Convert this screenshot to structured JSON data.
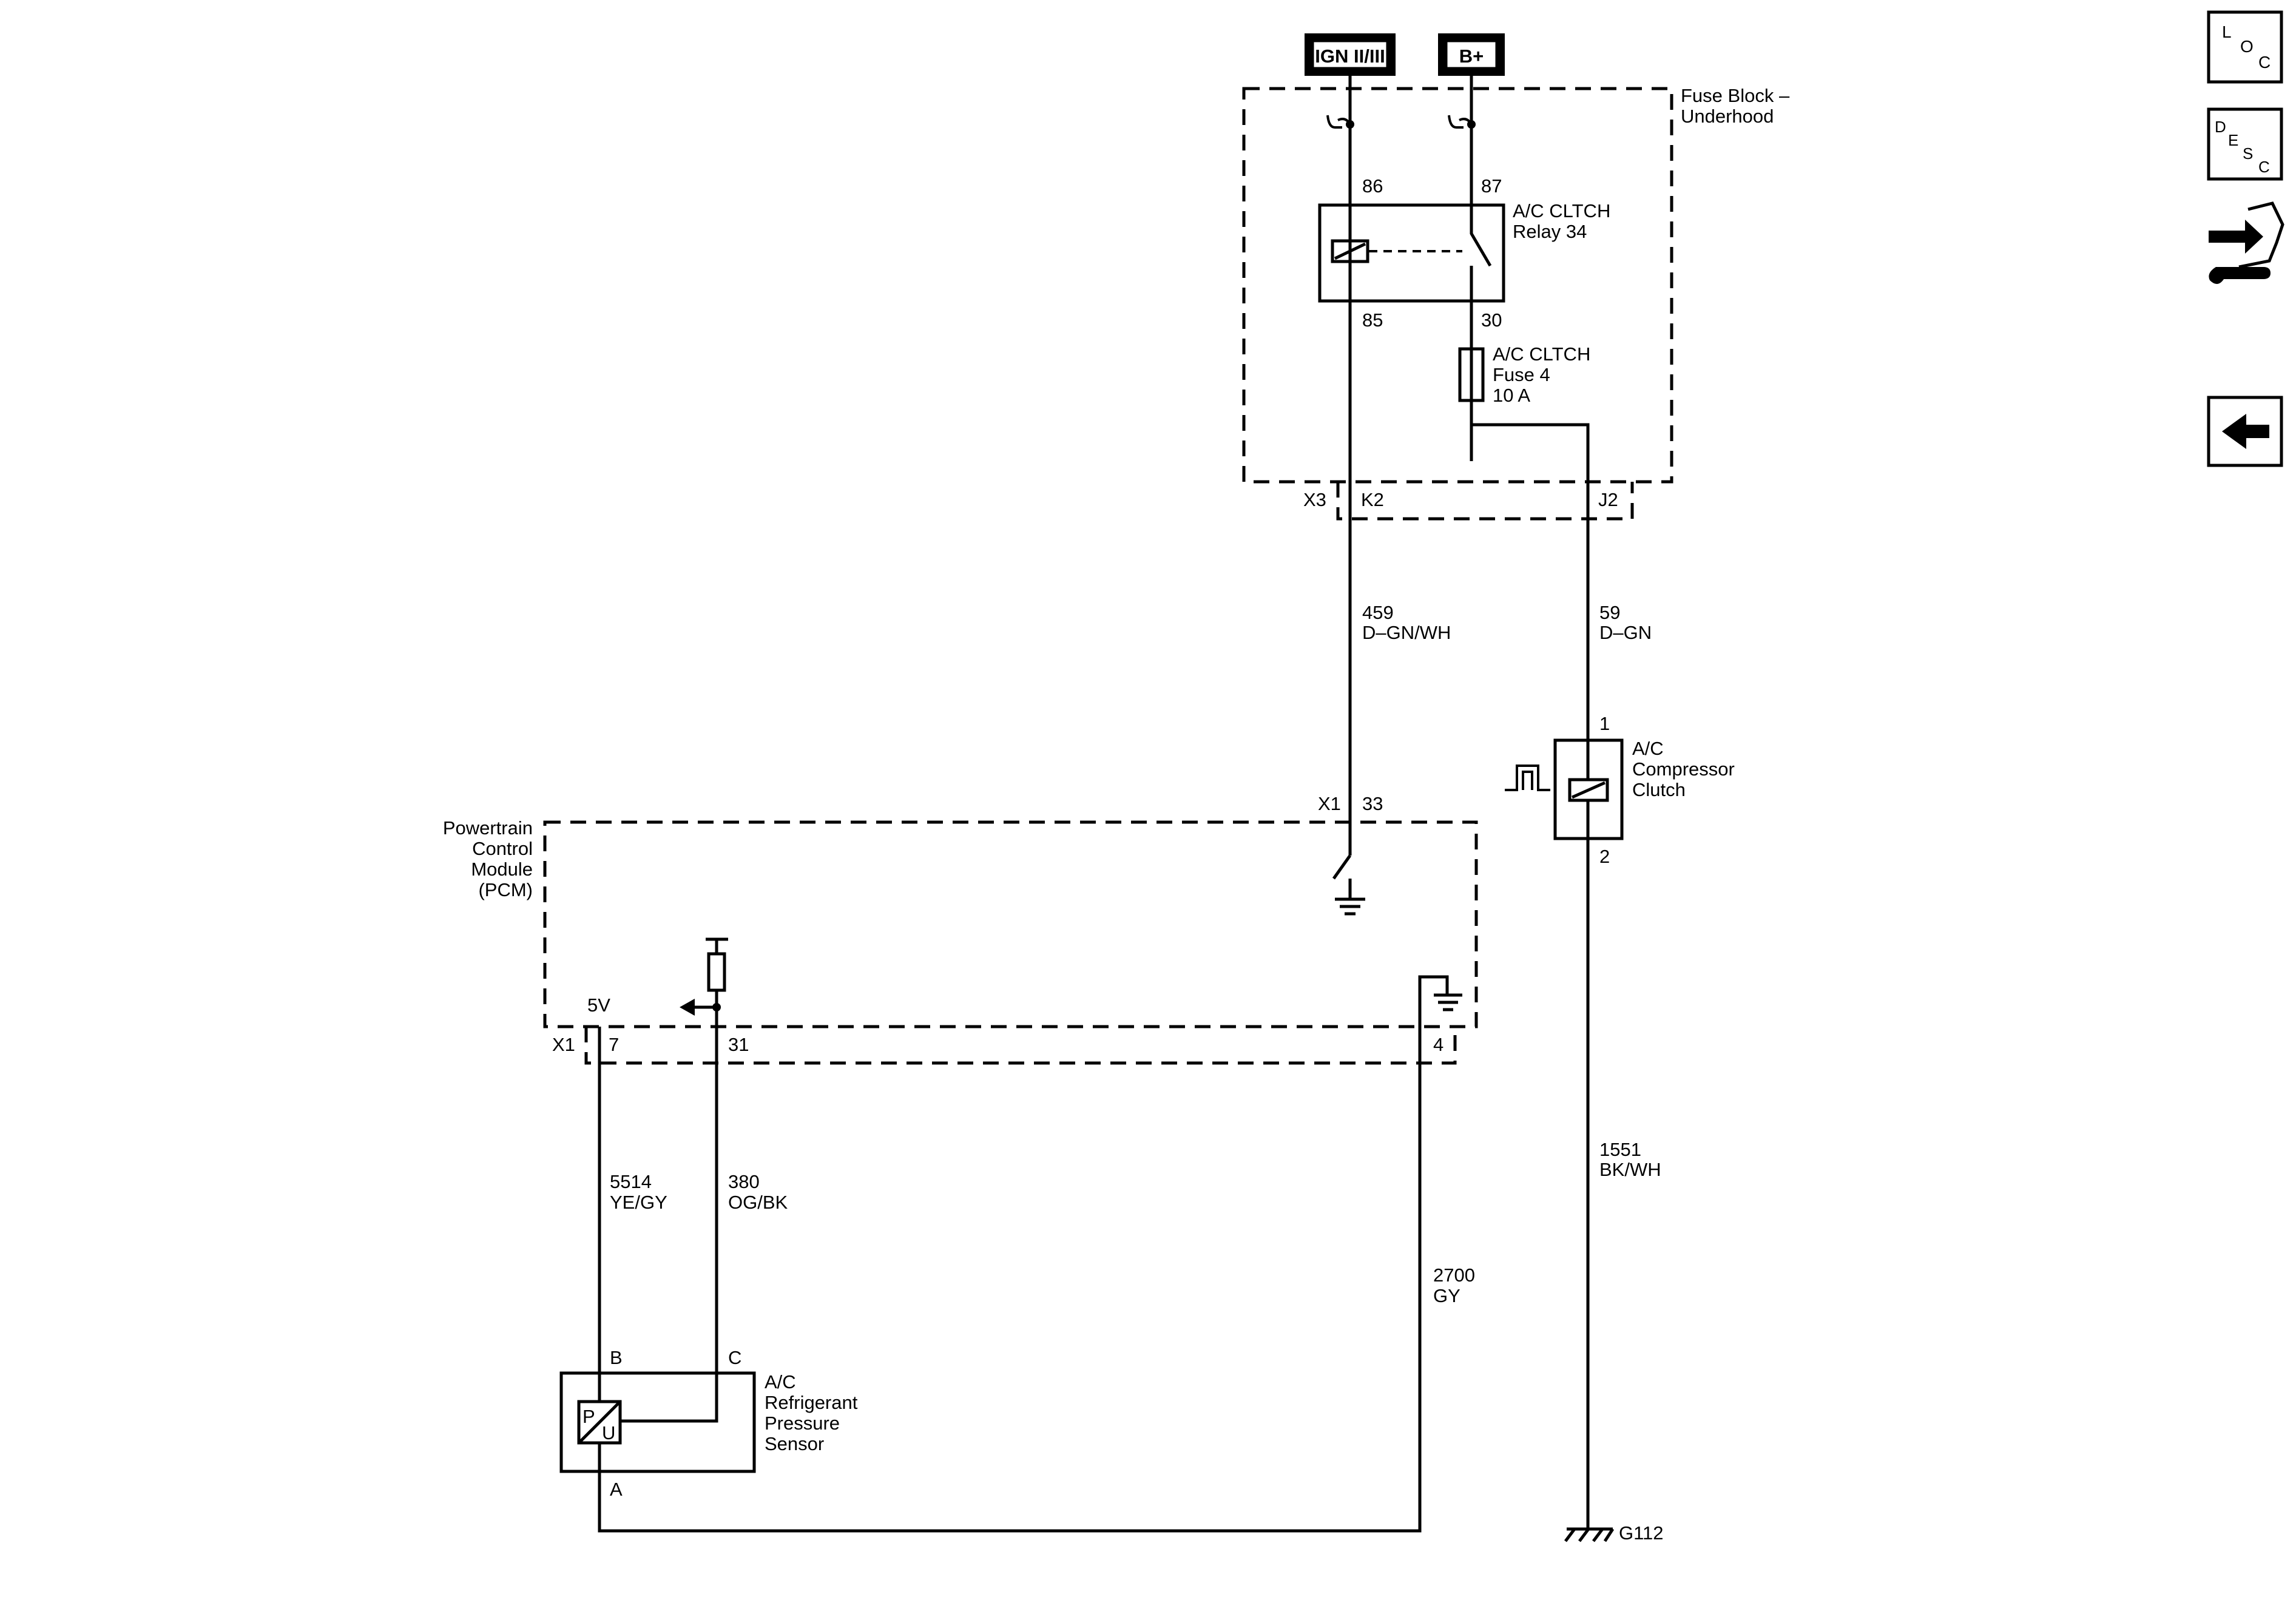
{
  "sources": {
    "ign": "IGN II/III",
    "bplus": "B+"
  },
  "fuse_block": {
    "name": "Fuse Block –",
    "name2": "Underhood",
    "connector_x3": "X3",
    "pin_k2": "K2",
    "pin_j2": "J2"
  },
  "relay": {
    "name": "A/C CLTCH",
    "name2": "Relay 34",
    "pin_86": "86",
    "pin_87": "87",
    "pin_85": "85",
    "pin_30": "30"
  },
  "fuse": {
    "name": "A/C CLTCH",
    "name2": "Fuse 4",
    "rating": "10 A"
  },
  "wires": {
    "w459_num": "459",
    "w459_color": "D–GN/WH",
    "w59_num": "59",
    "w59_color": "D–GN",
    "w1551_num": "1551",
    "w1551_color": "BK/WH",
    "w5514_num": "5514",
    "w5514_color": "YE/GY",
    "w380_num": "380",
    "w380_color": "OG/BK",
    "w2700_num": "2700",
    "w2700_color": "GY"
  },
  "clutch": {
    "name": "A/C",
    "name2": "Compressor",
    "name3": "Clutch",
    "pin_1": "1",
    "pin_2": "2"
  },
  "pcm": {
    "name": "Powertrain",
    "name2": "Control",
    "name3": "Module",
    "name4": "(PCM)",
    "conn_x1_top": "X1",
    "pin_33": "33",
    "conn_x1_bottom": "X1",
    "label_5v": "5V",
    "pin_7": "7",
    "pin_31": "31",
    "pin_4": "4"
  },
  "sensor": {
    "name": "A/C",
    "name2": "Refrigerant",
    "name3": "Pressure",
    "name4": "Sensor",
    "pin_b": "B",
    "pin_c": "C",
    "pin_a": "A",
    "letter_p": "P",
    "letter_u": "U"
  },
  "ground": {
    "name": "G112"
  },
  "nav": {
    "loc_l": "L",
    "loc_o": "O",
    "loc_c": "C",
    "desc_d": "D",
    "desc_e": "E",
    "desc_s": "S",
    "desc_c": "C"
  }
}
